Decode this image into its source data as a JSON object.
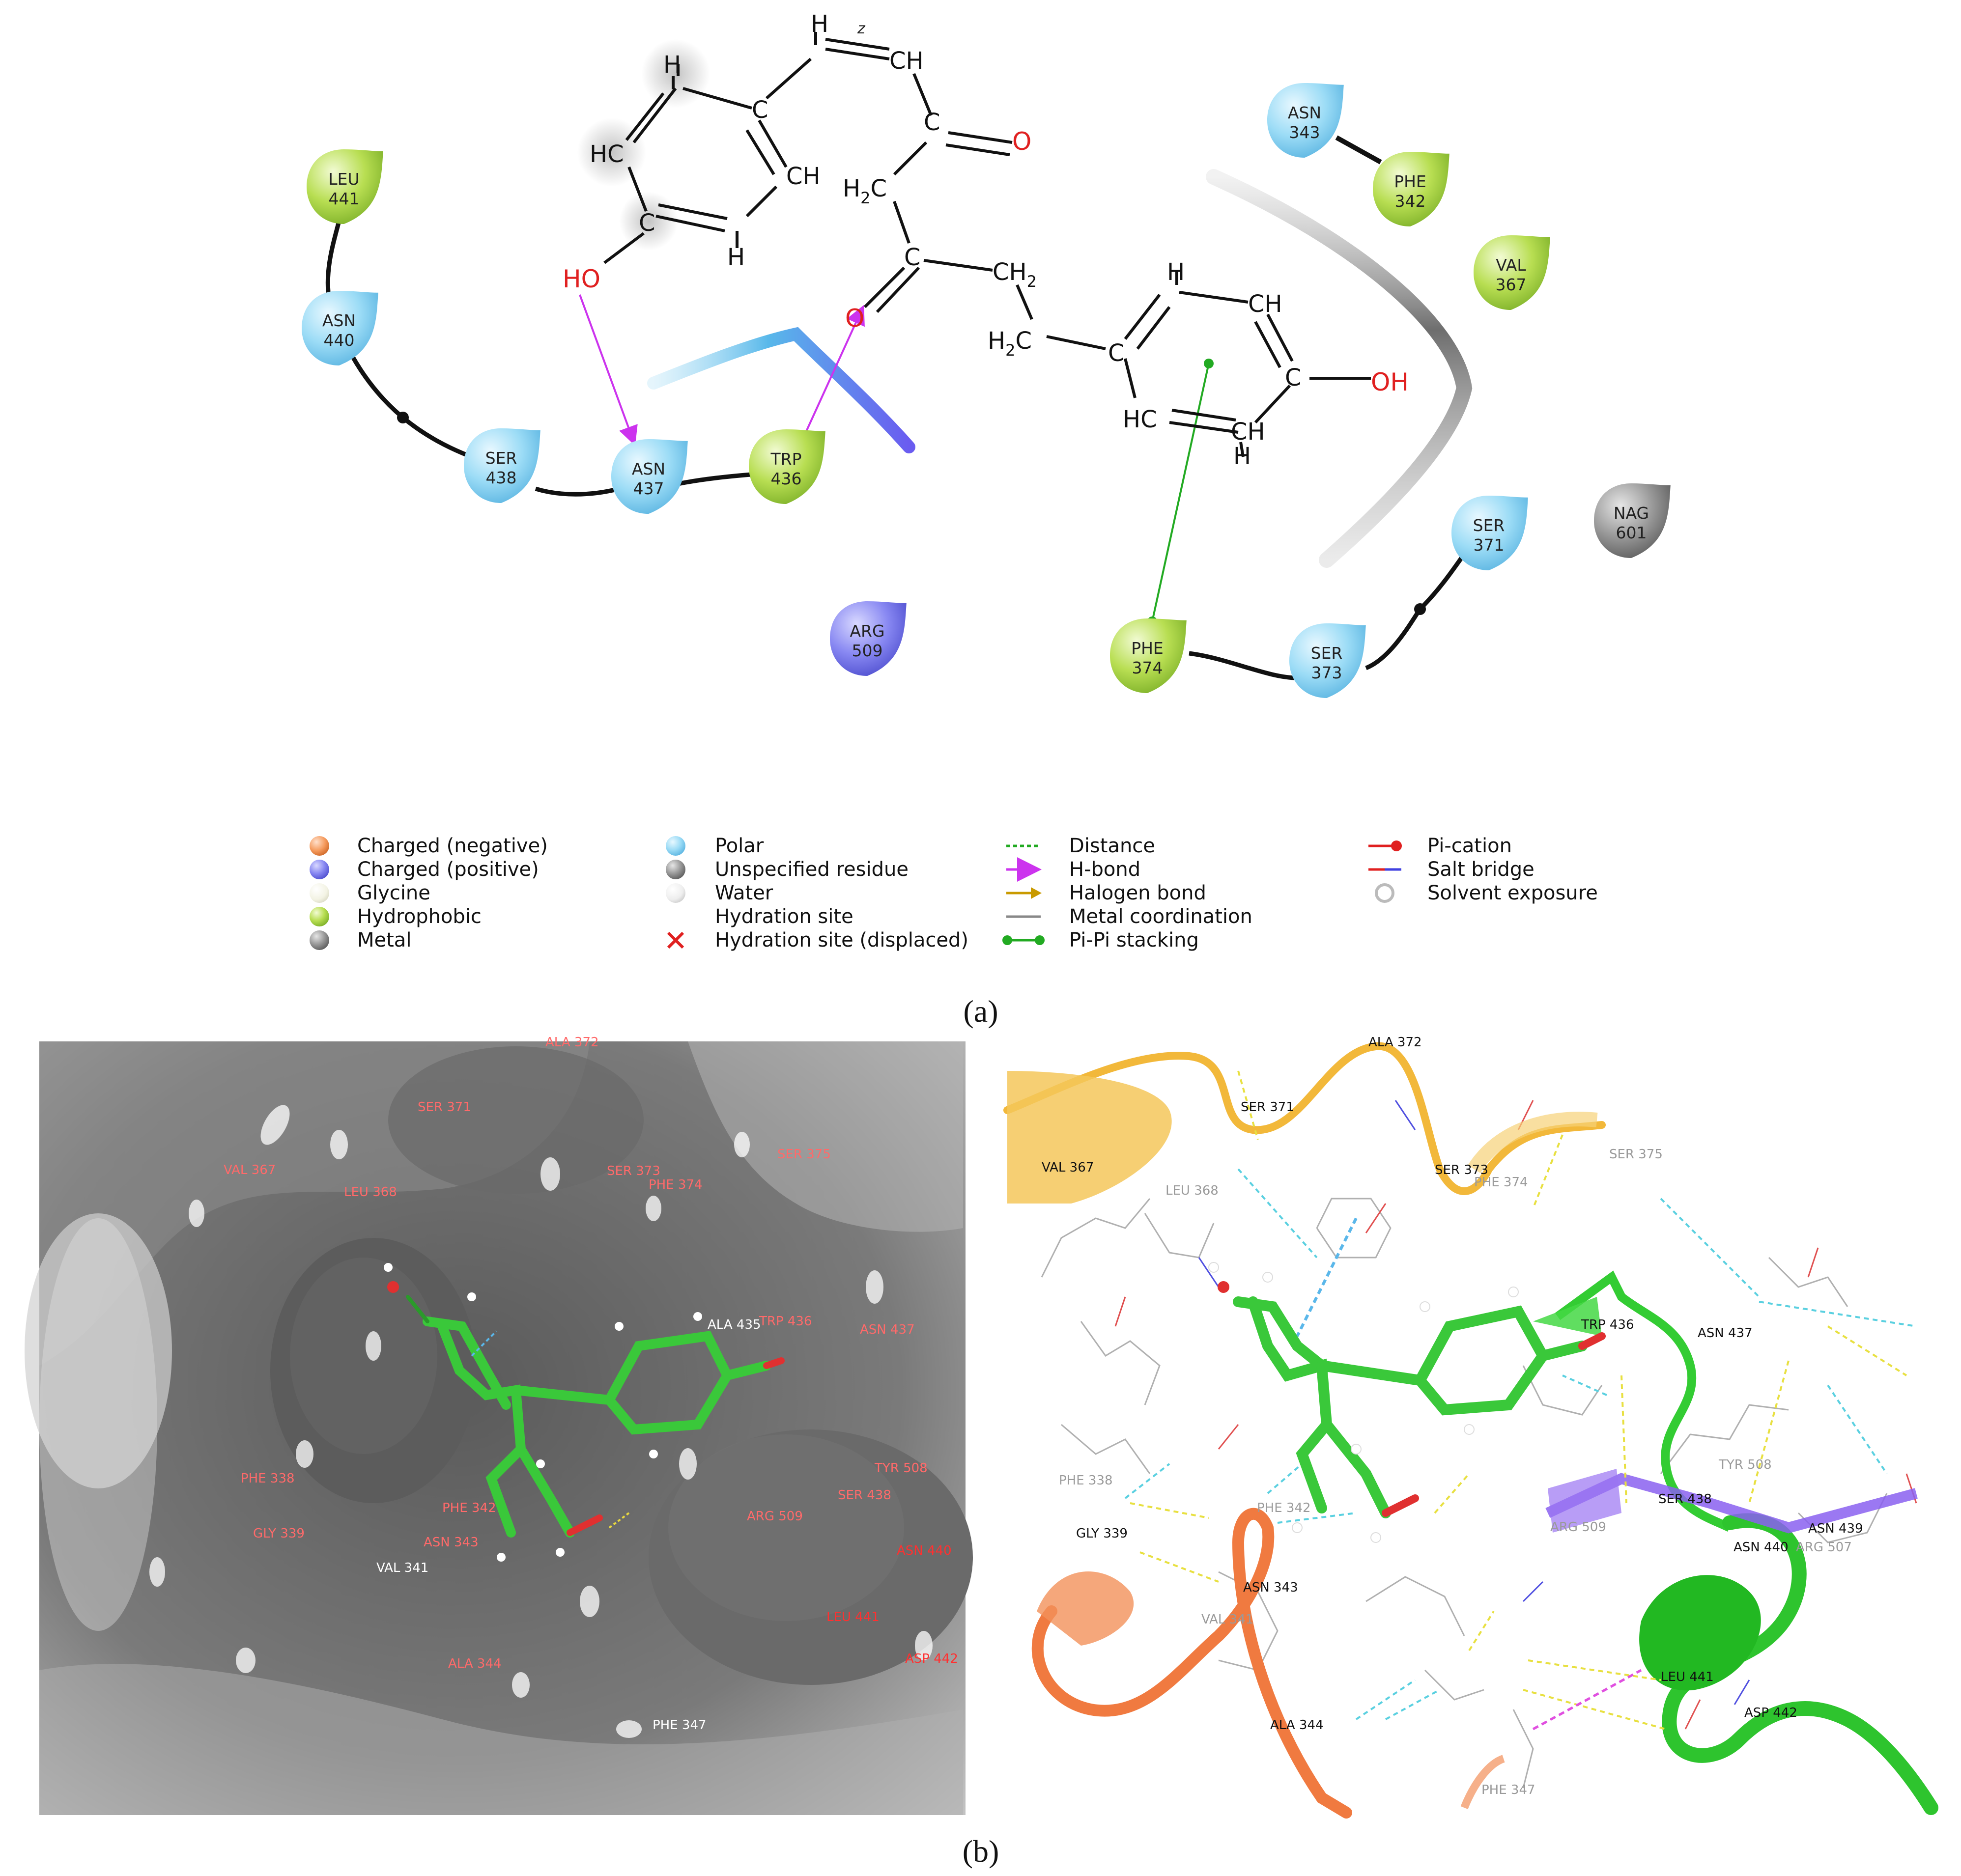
{
  "panel_a": {
    "caption": "(a)",
    "residues": [
      {
        "id": "leu441",
        "name": "LEU",
        "num": "441",
        "type": "hydrophobic"
      },
      {
        "id": "asn440",
        "name": "ASN",
        "num": "440",
        "type": "polar"
      },
      {
        "id": "ser438",
        "name": "SER",
        "num": "438",
        "type": "polar"
      },
      {
        "id": "asn437",
        "name": "ASN",
        "num": "437",
        "type": "polar"
      },
      {
        "id": "trp436",
        "name": "TRP",
        "num": "436",
        "type": "hydrophobic"
      },
      {
        "id": "arg509",
        "name": "ARG",
        "num": "509",
        "type": "charged-positive"
      },
      {
        "id": "asn343",
        "name": "ASN",
        "num": "343",
        "type": "polar"
      },
      {
        "id": "phe342",
        "name": "PHE",
        "num": "342",
        "type": "hydrophobic"
      },
      {
        "id": "val367",
        "name": "VAL",
        "num": "367",
        "type": "hydrophobic"
      },
      {
        "id": "ser371",
        "name": "SER",
        "num": "371",
        "type": "polar"
      },
      {
        "id": "nag601",
        "name": "NAG",
        "num": "601",
        "type": "unspecified"
      },
      {
        "id": "phe374",
        "name": "PHE",
        "num": "374",
        "type": "hydrophobic"
      },
      {
        "id": "ser373",
        "name": "SER",
        "num": "373",
        "type": "polar"
      }
    ],
    "atoms": {
      "h": "H",
      "z": "z",
      "ch": "CH",
      "c": "C",
      "hc": "HC",
      "o": "O",
      "ho": "HO",
      "oh": "OH",
      "h2c": "H2C",
      "ch2": "CH2",
      "sub2": "2"
    },
    "legend": {
      "col1": [
        "Charged (negative)",
        "Charged (positive)",
        "Glycine",
        "Hydrophobic",
        "Metal"
      ],
      "col2": [
        "Polar",
        "Unspecified residue",
        "Water",
        "Hydration site",
        "Hydration site (displaced)"
      ],
      "col3": [
        "Distance",
        "H-bond",
        "Halogen bond",
        "Metal coordination",
        "Pi-Pi stacking"
      ],
      "col4": [
        "Pi-cation",
        "Salt bridge",
        "Solvent exposure"
      ]
    }
  },
  "panel_b": {
    "caption": "(b)",
    "left_labels": [
      "ALA 372",
      "SER 371",
      "VAL 367",
      "LEU 368",
      "SER 373",
      "PHE 374",
      "SER 375",
      "ALA 435",
      "TRP 436",
      "ASN 437",
      "TYR 508",
      "SER 438",
      "PHE 338",
      "GLY 339",
      "PHE 342",
      "ASN 343",
      "VAL 341",
      "ARG 509",
      "ASN 440",
      "LEU 441",
      "ALA 344",
      "ASP 442",
      "PHE 347"
    ],
    "right_labels": [
      "ALA 372",
      "SER 371",
      "VAL 367",
      "LEU 368",
      "SER 373",
      "PHE 374",
      "SER 375",
      "TRP 436",
      "ASN 437",
      "TYR 508",
      "SER 438",
      "PHE 338",
      "GLY 339",
      "PHE 342",
      "ARG 509",
      "ASN 439",
      "ASN 440",
      "ARG 507",
      "ASN 343",
      "VAL 341",
      "LEU 441",
      "ASP 442",
      "ALA 344",
      "PHE 347"
    ]
  },
  "colors": {
    "polar": "#8fd6f5",
    "hydrophobic": "#a8d440",
    "charged_positive": "#7c7cf0",
    "unspecified": "#8c8c8c",
    "hbond": "#cc33ee",
    "pipi": "#22aa22"
  }
}
